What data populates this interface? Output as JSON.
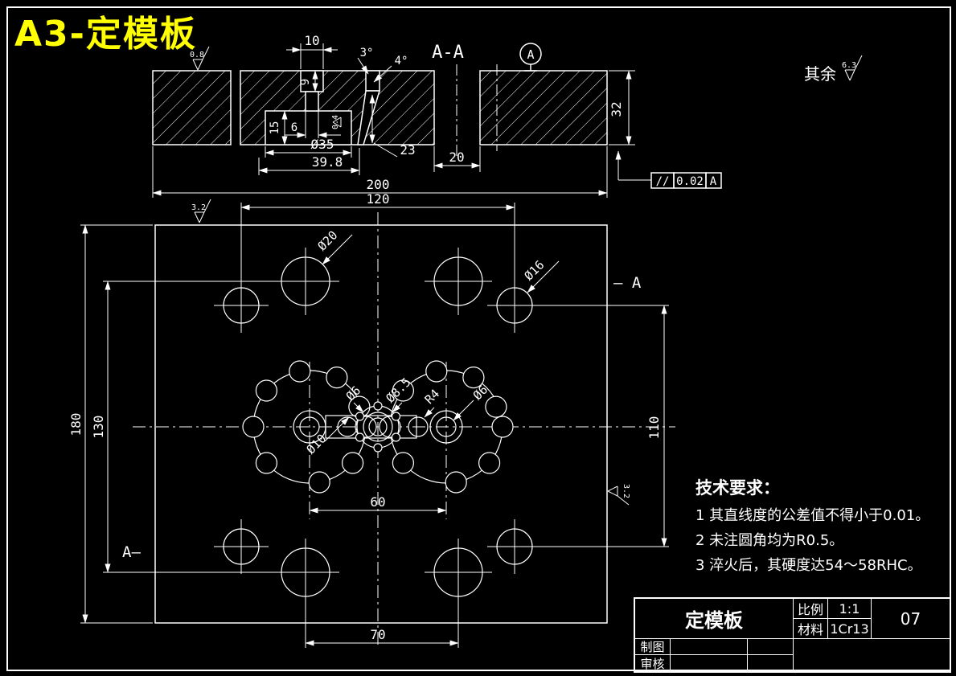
{
  "title": "A3-定模板",
  "surface_notes": {
    "others_label": "其余",
    "others_value": "6.3",
    "section_top": "0.8",
    "pocket_value": "0.4",
    "plan_top": "3.2",
    "plan_right": "3.2"
  },
  "section_view": {
    "label": "A-A",
    "datum": "A",
    "dims": {
      "d10": "10",
      "d9": "9",
      "a3": "3°",
      "a4": "4°",
      "d15": "15",
      "d6": "6",
      "d35": "Ø35",
      "d398": "39.8",
      "d23": "23",
      "d20": "20",
      "d200": "200",
      "d32": "32"
    },
    "tolerance": {
      "symbol": "//",
      "value": "0.02",
      "datum": "A"
    }
  },
  "plan_view": {
    "dims": {
      "d120": "120",
      "d180": "180",
      "d130": "130",
      "d110": "110",
      "d60": "60",
      "d70": "70"
    },
    "labels": {
      "dia20": "Ø20",
      "dia16": "Ø16",
      "dia10": "Ø10",
      "dia6_left": "Ø6",
      "dia8_5": "Ø8.5",
      "r4": "R4",
      "dia6_right": "Ø6"
    },
    "section_marks": {
      "left": "A—",
      "right": "— A"
    }
  },
  "tech_requirements": {
    "title": "技术要求：",
    "items": [
      "1 其直线度的公差值不得小于0.01。",
      "2 未注圆角均为R0.5。",
      "3  淬火后，其硬度达54～58RHC。"
    ]
  },
  "title_block": {
    "part_name": "定模板",
    "scale_label": "比例",
    "scale_value": "1:1",
    "material_label": "材料",
    "material_value": "1Cr13",
    "drawing_no": "07",
    "drawn_label": "制图",
    "checked_label": "审核"
  }
}
